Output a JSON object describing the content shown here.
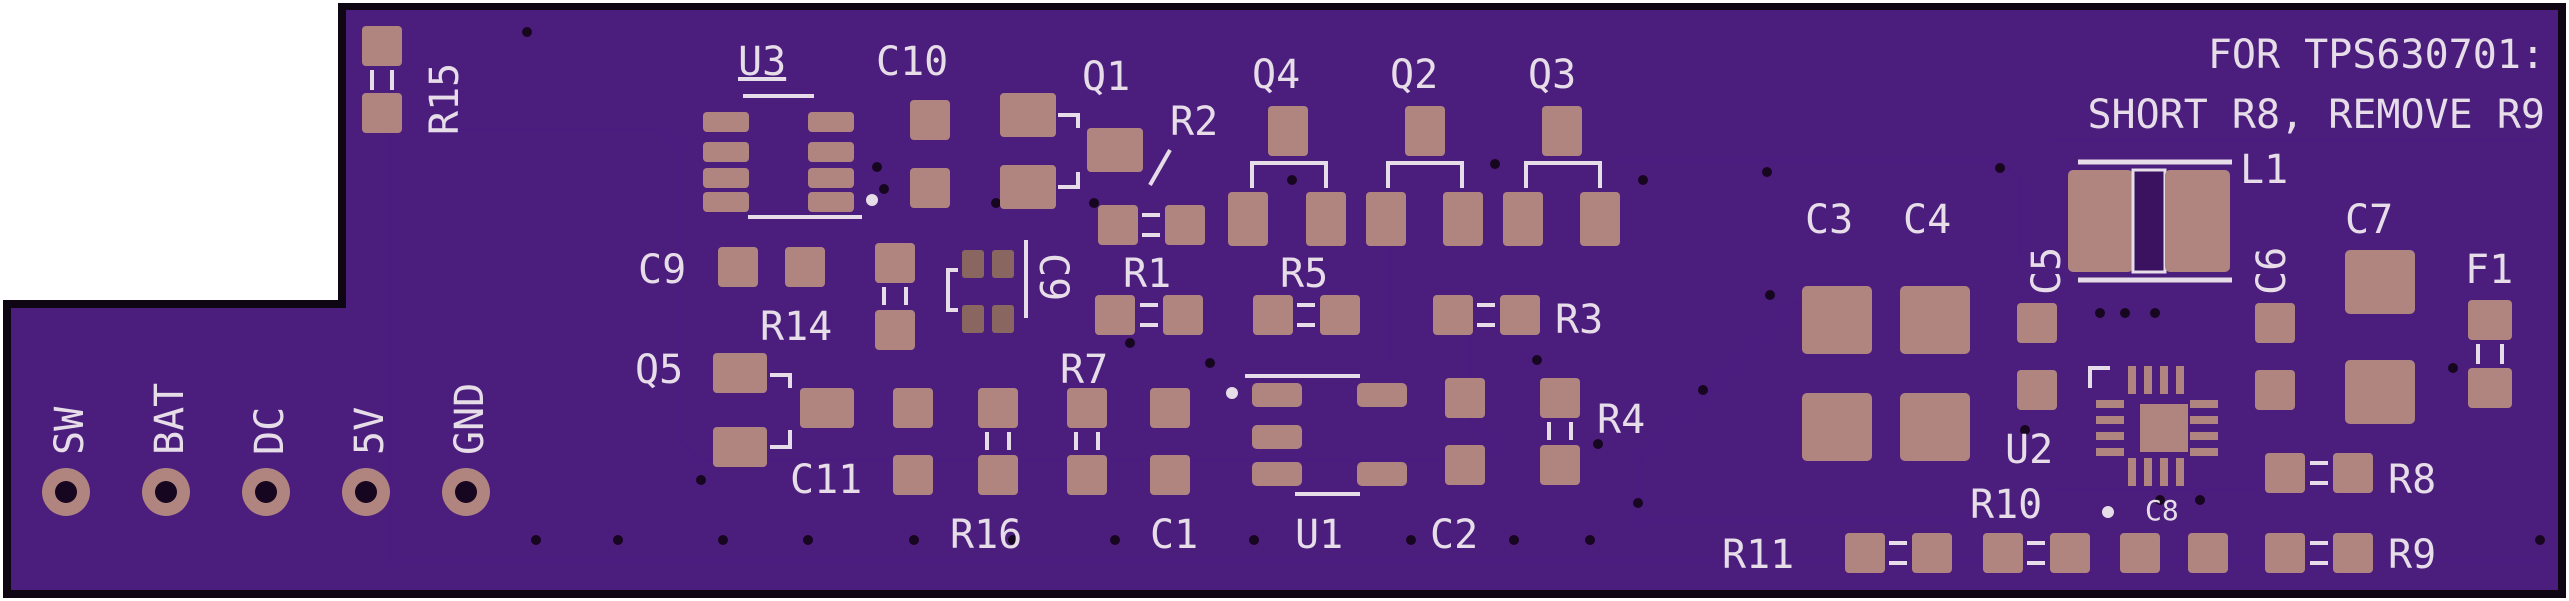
{
  "board": {
    "note_line1": "FOR TPS630701:",
    "note_line2": "SHORT R8, REMOVE R9"
  },
  "refdes": {
    "U3": "U3",
    "C10": "C10",
    "Q1": "Q1",
    "R2": "R2",
    "Q4": "Q4",
    "Q2": "Q2",
    "Q3": "Q3",
    "R15": "R15",
    "C9": "C9",
    "R14": "R14",
    "C9_rot": "C9",
    "R1": "R1",
    "R5": "R5",
    "R3": "R3",
    "Q5": "Q5",
    "R7": "R7",
    "R4": "R4",
    "C11": "C11",
    "R16": "R16",
    "C1": "C1",
    "U1": "U1",
    "C2": "C2",
    "C3": "C3",
    "C4": "C4",
    "C5": "C5",
    "L1": "L1",
    "C6": "C6",
    "C7": "C7",
    "F1": "F1",
    "U2": "U2",
    "R8": "R8",
    "R10": "R10",
    "C8": "C8",
    "R11": "R11",
    "R9": "R9"
  },
  "connector": {
    "labels": [
      "SW",
      "BAT",
      "DC",
      "5V",
      "GND"
    ]
  },
  "colors": {
    "board": "#4b1e7e",
    "edge": "#0e0612",
    "silkscreen": "#e6dde8",
    "pad": "#b0857f"
  }
}
